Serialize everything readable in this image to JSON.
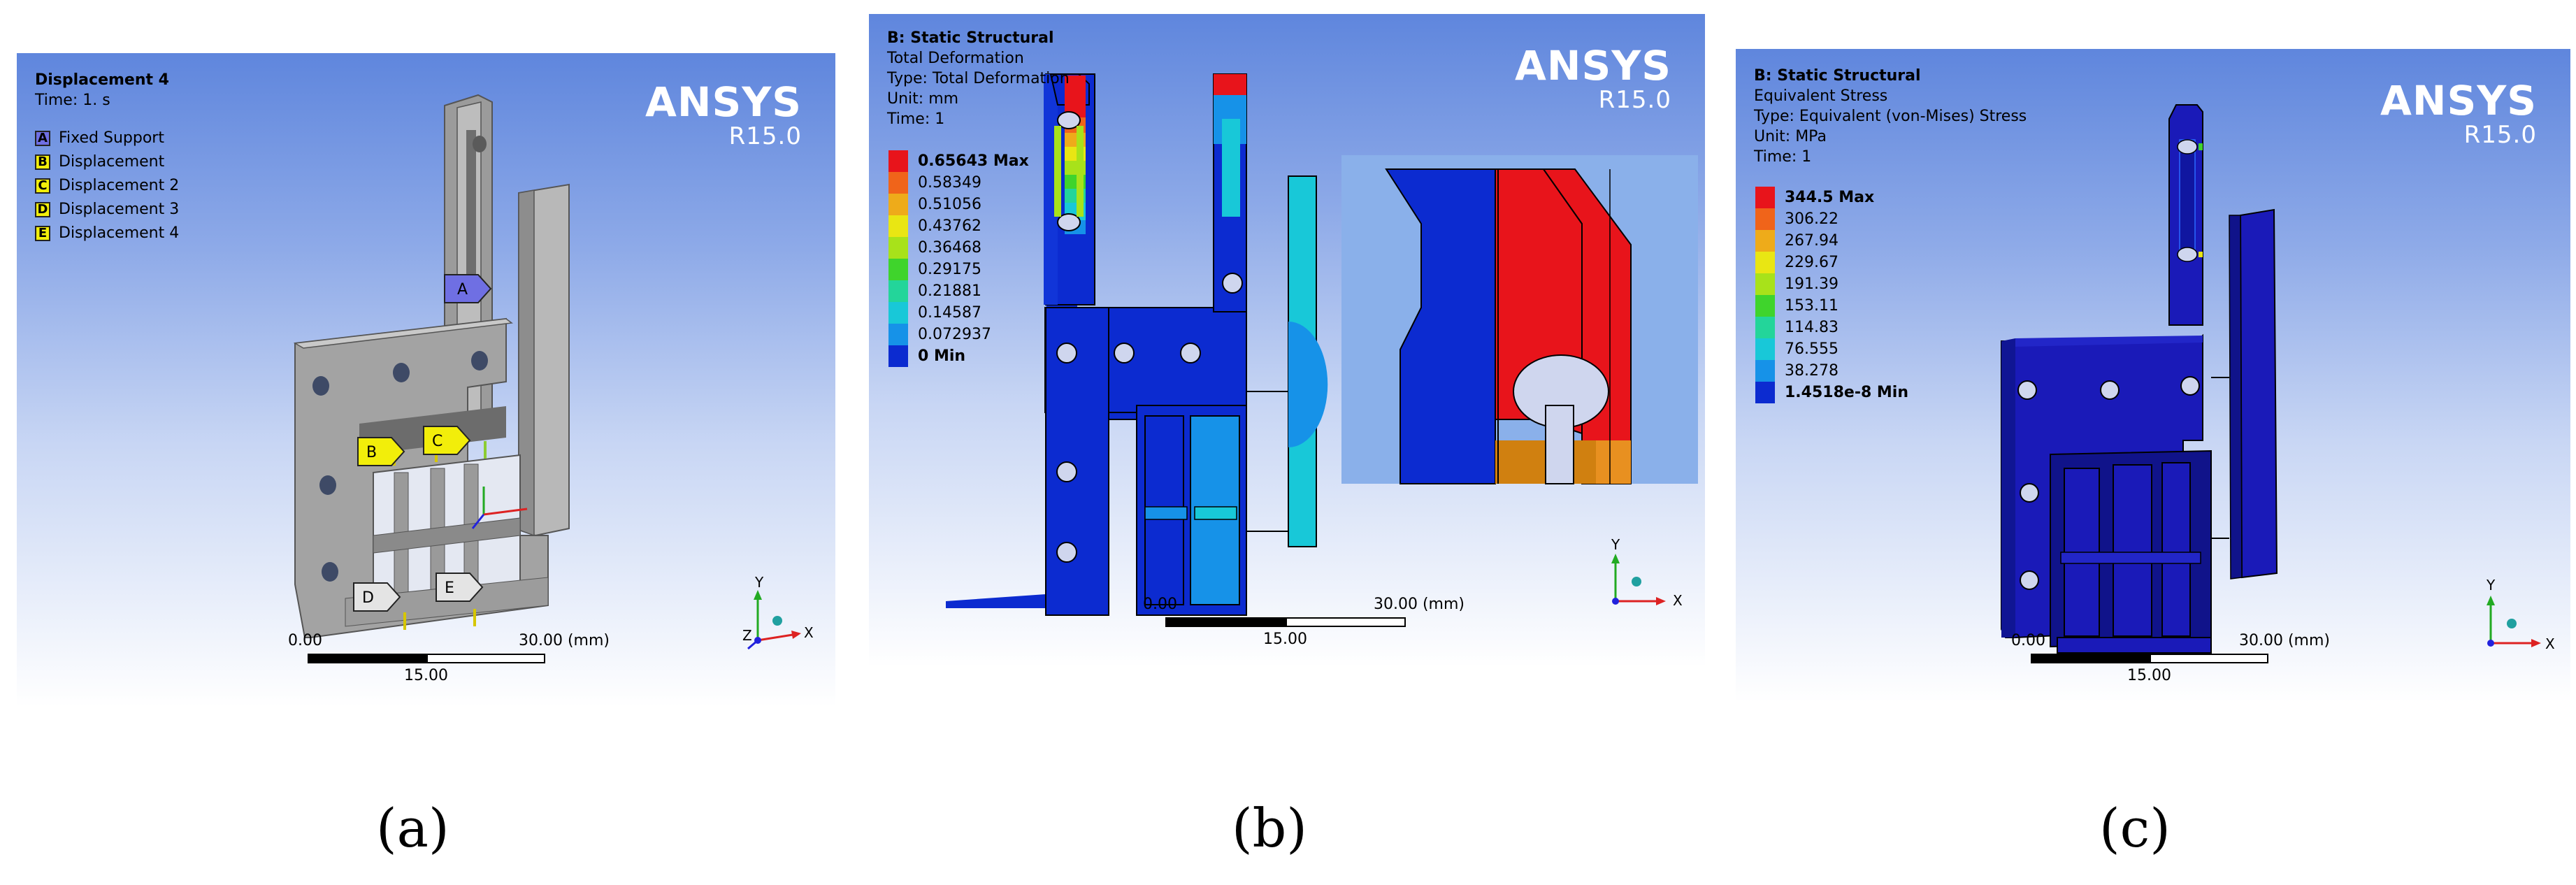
{
  "brand": {
    "name": "ANSYS",
    "version": "R15.0"
  },
  "panel_a": {
    "title": "Displacement 4",
    "time": "Time: 1. s",
    "legend": [
      {
        "key": "A",
        "label": "Fixed Support",
        "color": "#6f6fe3"
      },
      {
        "key": "B",
        "label": "Displacement",
        "color": "#f2ee0a"
      },
      {
        "key": "C",
        "label": "Displacement 2",
        "color": "#f2ee0a"
      },
      {
        "key": "D",
        "label": "Displacement 3",
        "color": "#f2ee0a"
      },
      {
        "key": "E",
        "label": "Displacement 4",
        "color": "#f2ee0a"
      }
    ],
    "scale": {
      "start": "0.00",
      "end": "30.00 (mm)",
      "mid": "15.00"
    },
    "axes": {
      "x": "X",
      "y": "Y",
      "z": "Z"
    },
    "caption": "(a)"
  },
  "panel_b": {
    "title": "B: Static Structural",
    "lines": [
      "Total Deformation",
      "Type: Total Deformation",
      "Unit: mm",
      "Time: 1"
    ],
    "contour": [
      {
        "label": "0.65643 Max",
        "color": "#e8141b"
      },
      {
        "label": "0.58349",
        "color": "#f0641a"
      },
      {
        "label": "0.51056",
        "color": "#eeab1a"
      },
      {
        "label": "0.43762",
        "color": "#e9e613"
      },
      {
        "label": "0.36468",
        "color": "#a8e21a"
      },
      {
        "label": "0.29175",
        "color": "#3fd42c"
      },
      {
        "label": "0.21881",
        "color": "#23d59a"
      },
      {
        "label": "0.14587",
        "color": "#18c8d8"
      },
      {
        "label": "0.072937",
        "color": "#1692e8"
      },
      {
        "label": "0 Min",
        "color": "#0c2bd0"
      }
    ],
    "scale": {
      "start": "0.00",
      "end": "30.00 (mm)",
      "mid": "15.00"
    },
    "axes": {
      "x": "X",
      "y": "Y"
    },
    "caption": "(b)"
  },
  "panel_c": {
    "title": "B: Static Structural",
    "lines": [
      "Equivalent Stress",
      "Type: Equivalent (von-Mises) Stress",
      "Unit: MPa",
      "Time: 1"
    ],
    "contour": [
      {
        "label": "344.5 Max",
        "color": "#e8141b"
      },
      {
        "label": "306.22",
        "color": "#f0641a"
      },
      {
        "label": "267.94",
        "color": "#eeab1a"
      },
      {
        "label": "229.67",
        "color": "#e9e613"
      },
      {
        "label": "191.39",
        "color": "#a8e21a"
      },
      {
        "label": "153.11",
        "color": "#3fd42c"
      },
      {
        "label": "114.83",
        "color": "#23d59a"
      },
      {
        "label": "76.555",
        "color": "#18c8d8"
      },
      {
        "label": "38.278",
        "color": "#1692e8"
      },
      {
        "label": "1.4518e-8 Min",
        "color": "#0c2bd0"
      }
    ],
    "scale": {
      "start": "0.00",
      "end": "30.00 (mm)",
      "mid": "15.00"
    },
    "axes": {
      "x": "X",
      "y": "Y"
    },
    "caption": "(c)"
  },
  "colors": {
    "part_gray": "#a9a9a9",
    "part_blue": "#1a1ab8",
    "fixed_support": "#6f6fe3",
    "displacement": "#f2ee0a"
  }
}
